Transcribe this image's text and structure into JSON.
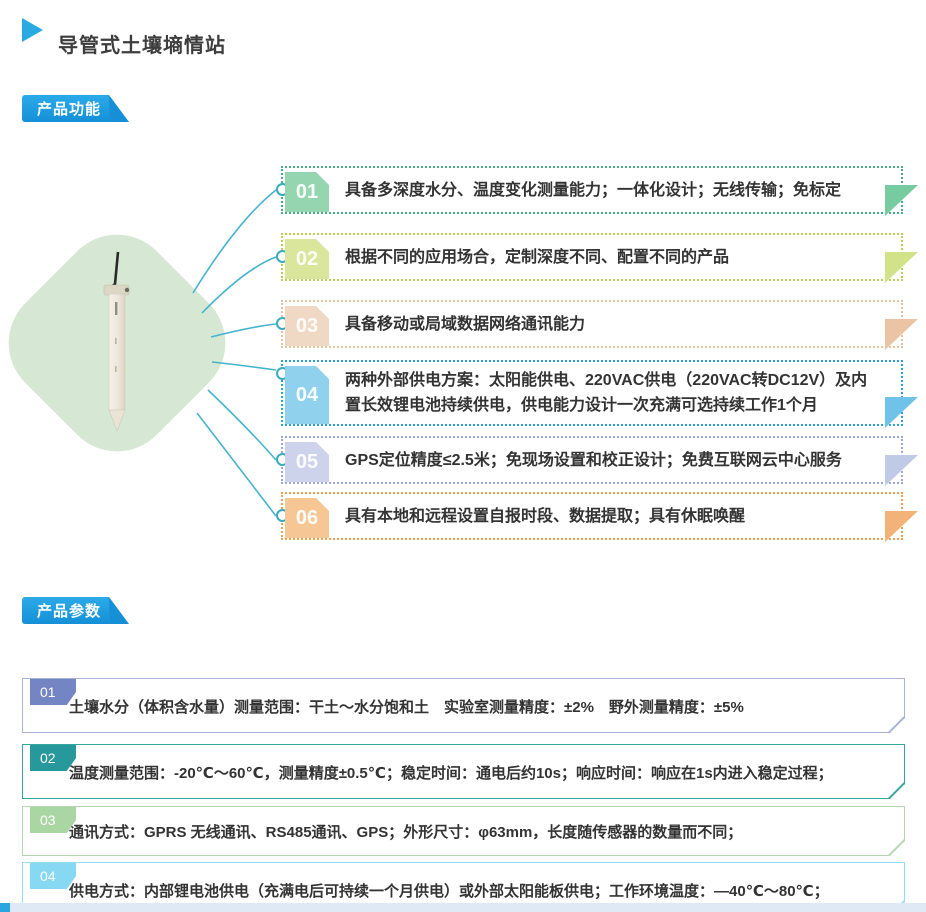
{
  "header": {
    "title": "导管式土壤墒情站",
    "arrow_color": "#29abe2"
  },
  "features": {
    "badge": "产品功能",
    "items": [
      {
        "num": "01",
        "text": "具备多深度水分、温度变化测量能力；一体化设计；无线传输；免标定",
        "colors": {
          "accent": "#43b183",
          "block": "#95d6b1",
          "fold": "#77cba1"
        }
      },
      {
        "num": "02",
        "text": "根据不同的应用场合，定制深度不同、配置不同的产品",
        "colors": {
          "accent": "#b8cf56",
          "block": "#d9e69c",
          "fold": "#d2e288"
        }
      },
      {
        "num": "03",
        "text": "具备移动或局域数据网络通讯能力",
        "colors": {
          "accent": "#e3c3a6",
          "block": "#efd9c5",
          "fold": "#eac4a4"
        }
      },
      {
        "num": "04",
        "text": "两种外部供电方案：太阳能供电、220VAC供电（220VAC转DC12V）及内置长效锂电池持续供电，供电能力设计一次充满可选持续工作1个月",
        "colors": {
          "accent": "#2e9fd8",
          "block": "#90d1ee",
          "fold": "#6fc3e9"
        }
      },
      {
        "num": "05",
        "text": "GPS定位精度≤2.5米；免现场设置和校正设计；免费互联网云中心服务",
        "colors": {
          "accent": "#9ca8d6",
          "block": "#ccd3ea",
          "fold": "#c0c9e5"
        }
      },
      {
        "num": "06",
        "text": "具有本地和远程设置自报时段、数据提取；具有休眠唤醒",
        "colors": {
          "accent": "#f09f51",
          "block": "#f6c795",
          "fold": "#f3b277"
        }
      }
    ]
  },
  "params": {
    "badge": "产品参数",
    "rows": [
      {
        "num": "01",
        "text": "土壤水分（体积含水量）测量范围：干土～水分饱和土　实验室测量精度：±2%　野外测量精度：±5%",
        "colors": {
          "accent": "#a9b3da",
          "tag": "#7485c3"
        }
      },
      {
        "num": "02",
        "text": "温度测量范围：-20℃～60℃，测量精度±0.5℃；稳定时间：通电后约10s；响应时间：响应在1s内进入稳定过程；",
        "colors": {
          "accent": "#35a79f",
          "tag": "#27999c"
        }
      },
      {
        "num": "03",
        "text": "通讯方式：GPRS 无线通讯、RS485通讯、GPS；外形尺寸：φ63mm，长度随传感器的数量而不同；",
        "colors": {
          "accent": "#b4d9b0",
          "tag": "#a9d6a3"
        }
      },
      {
        "num": "04",
        "text": "供电方式：内部锂电池供电（充满电后可持续一个月供电）或外部太阳能板供电；工作环境温度：—40℃～80℃；",
        "colors": {
          "accent": "#92dcf4",
          "tag": "#87d8f3"
        }
      }
    ]
  },
  "theme": {
    "badge_blue": "#1b9ce2",
    "connector_line": "#45b4cf",
    "connector_ring": "#3aabbd",
    "blob_green": "#d6e8d3",
    "bottom_strip": "#dfe8f5",
    "bottom_square": "#2aa5e2"
  }
}
